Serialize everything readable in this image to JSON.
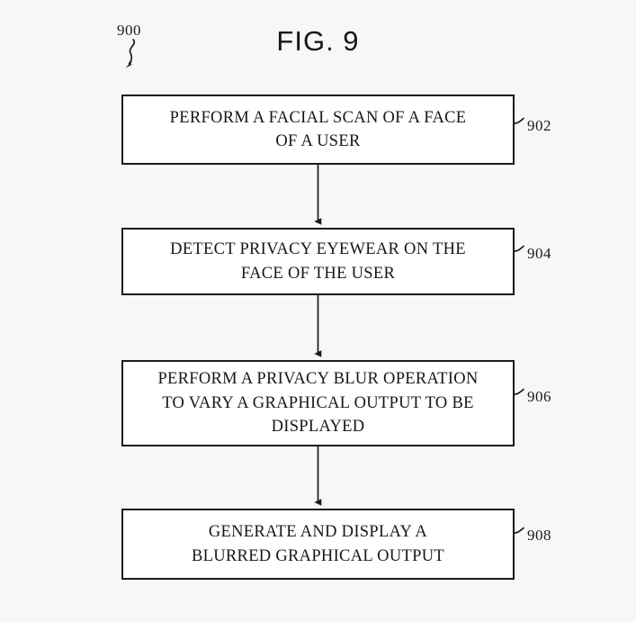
{
  "figure": {
    "title": "FIG. 9",
    "reference_label": "900",
    "background_color": "#f7f7f5",
    "line_color": "#1a1a1a",
    "box_fill": "#ffffff"
  },
  "flowchart": {
    "steps": [
      {
        "ref": "902",
        "text": "PERFORM A FACIAL SCAN OF A FACE\nOF A USER"
      },
      {
        "ref": "904",
        "text": "DETECT PRIVACY EYEWEAR ON THE\nFACE OF THE USER"
      },
      {
        "ref": "906",
        "text": "PERFORM A PRIVACY BLUR OPERATION\nTO VARY A GRAPHICAL OUTPUT TO BE\nDISPLAYED"
      },
      {
        "ref": "908",
        "text": "GENERATE AND DISPLAY A\nBLURRED GRAPHICAL OUTPUT"
      }
    ],
    "connectors": [
      {
        "from": "902",
        "to": "904",
        "type": "arrow-down"
      },
      {
        "from": "904",
        "to": "906",
        "type": "arrow-down"
      },
      {
        "from": "906",
        "to": "908",
        "type": "arrow-down"
      }
    ]
  }
}
